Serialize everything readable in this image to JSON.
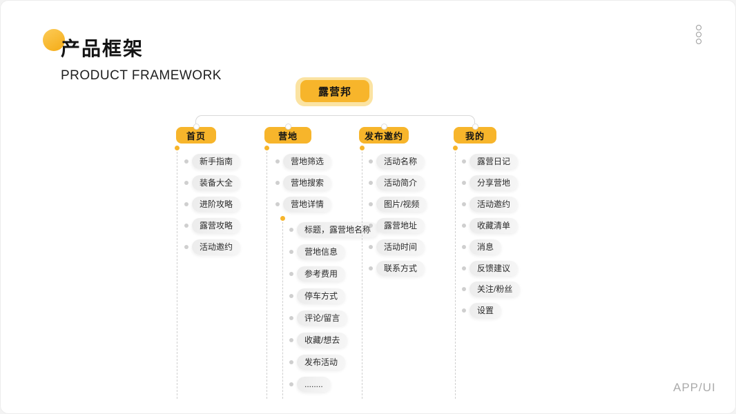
{
  "slide": {
    "title": "产品框架",
    "subtitle": "PRODUCT FRAMEWORK",
    "watermark": "APP/UI"
  },
  "colors": {
    "accent_yellow": "#F7B52B",
    "accent_yellow_light": "#FBE3A2",
    "pill_gray": "#EFEFEF",
    "line_gray": "#D8D8D8",
    "text_dark": "#1A1A1A"
  },
  "tree": {
    "root": "露营邦",
    "branches": [
      {
        "label": "首页",
        "items": [
          "新手指南",
          "装备大全",
          "进阶攻略",
          "露营攻略",
          "活动邀约"
        ]
      },
      {
        "label": "营地",
        "items": [
          "营地筛选",
          "营地搜索",
          "营地详情"
        ],
        "sub": {
          "parent": "营地详情",
          "items": [
            "标题，露营地名称",
            "营地信息",
            "参考费用",
            "停车方式",
            "评论/留言",
            "收藏/想去",
            "发布活动",
            "........"
          ]
        }
      },
      {
        "label": "发布邀约",
        "items": [
          "活动名称",
          "活动简介",
          "图片/视频",
          "露营地址",
          "活动时间",
          "联系方式"
        ]
      },
      {
        "label": "我的",
        "items": [
          "露营日记",
          "分享营地",
          "活动邀约",
          "收藏清单",
          "消息",
          "反馈建议",
          "关注/粉丝",
          "设置"
        ]
      }
    ]
  }
}
